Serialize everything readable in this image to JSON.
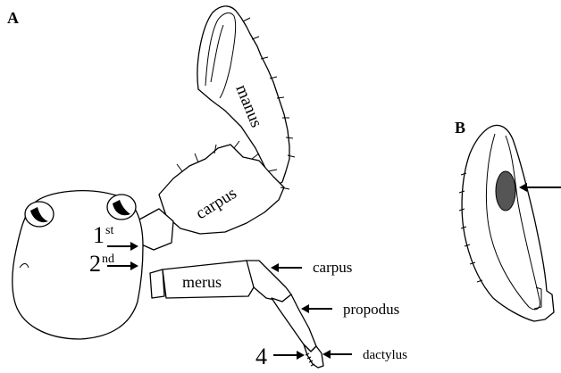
{
  "panels": {
    "a": {
      "label": "A"
    },
    "b": {
      "label": "B"
    }
  },
  "labels": {
    "manus": "manus",
    "carpus_claw": "carpus",
    "merus": "merus",
    "first_base": "1",
    "first_sup": "st",
    "second_base": "2",
    "second_sup": "nd",
    "carpus_leg": "carpus",
    "propodus": "propodus",
    "dactylus": "dactylus",
    "leg_number": "4"
  },
  "colors": {
    "ink": "#000000",
    "paper": "#ffffff",
    "stipple": "#555555"
  }
}
